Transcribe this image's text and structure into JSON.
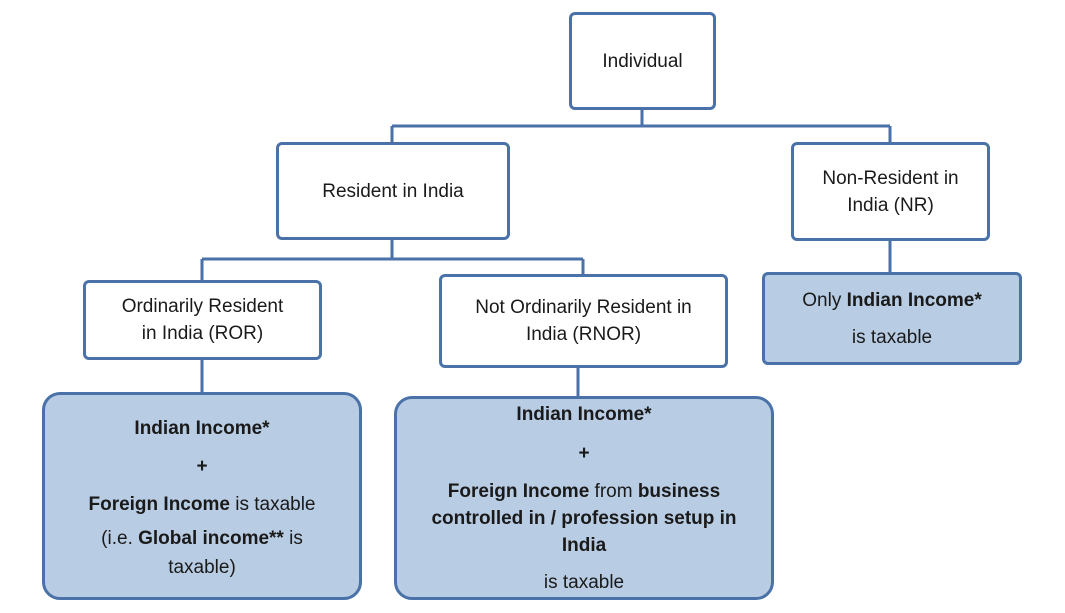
{
  "root": {
    "label": "Individual"
  },
  "resident": {
    "label": "Resident in India"
  },
  "nonresident": {
    "line1": "Non-Resident in",
    "line2": "India (NR)"
  },
  "ror": {
    "line1": "Ordinarily Resident",
    "line2": "in India (ROR)"
  },
  "rnor": {
    "line1": "Not Ordinarily Resident in",
    "line2": "India (RNOR)"
  },
  "nr_tax": {
    "only": "Only ",
    "indian_income": "Indian Income*",
    "taxable": "is taxable"
  },
  "ror_tax": {
    "indian_income": "Indian Income*",
    "plus": "+",
    "foreign_income": "Foreign Income",
    "is_taxable": " is taxable",
    "ie_open": "(i.e. ",
    "global_income": "Global income**",
    "is": " is",
    "taxable_close": "taxable)"
  },
  "rnor_tax": {
    "indian_income": "Indian Income*",
    "plus": "+",
    "foreign_income": "Foreign Income",
    "from": " from ",
    "business": "business",
    "controlled": "controlled in / profession setup in",
    "india": "India",
    "is_taxable": "is taxable"
  },
  "colors": {
    "border": "#4a72a8",
    "fill": "#b8cce4",
    "line": "#4a72a8"
  }
}
